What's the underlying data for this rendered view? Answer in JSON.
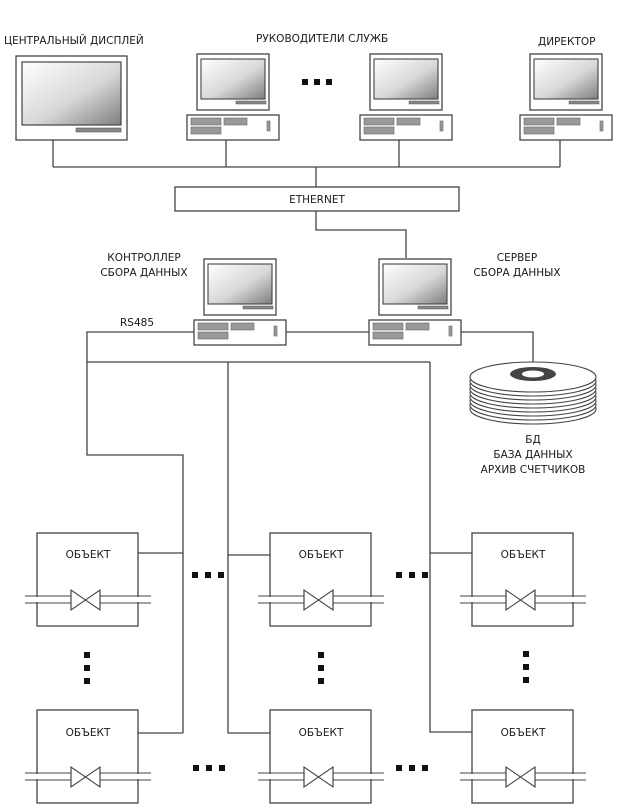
{
  "diagram": {
    "title": "",
    "labels": {
      "central_display": "ЦЕНТРАЛЬНЫЙ ДИСПЛЕЙ",
      "service_heads": "РУКОВОДИТЕЛИ СЛУЖБ",
      "director": "ДИРЕКТОР",
      "ethernet": "ETHERNET",
      "controller_line1": "КОНТРОЛЛЕР",
      "controller_line2": "СБОРА ДАННЫХ",
      "server_line1": "СЕРВЕР",
      "server_line2": "СБОРА ДАННЫХ",
      "rs485": "RS485",
      "db_line1": "БД",
      "db_line2": "БАЗА ДАННЫХ",
      "db_line3": "АРХИВ СЧЕТЧИКОВ"
    },
    "object_label": "ОБЪЕКТ",
    "objects": [
      {
        "id": "object-1-1",
        "label": "ОБЪЕКТ"
      },
      {
        "id": "object-1-2",
        "label": "ОБЪЕКТ"
      },
      {
        "id": "object-1-3",
        "label": "ОБЪЕКТ"
      },
      {
        "id": "object-2-1",
        "label": "ОБЪЕКТ"
      },
      {
        "id": "object-2-2",
        "label": "ОБЪЕКТ"
      },
      {
        "id": "object-2-3",
        "label": "ОБЪЕКТ"
      }
    ],
    "icons": [
      "monitor-icon",
      "workstation-icon",
      "database-disks-icon",
      "valve-icon",
      "ellipsis-icon"
    ],
    "colors": {
      "line": "#444444",
      "text": "#1a1a1a",
      "screen_light": "#ffffff",
      "screen_dark": "#8a8a8a",
      "drive": "#999999",
      "dots": "#111111"
    }
  }
}
